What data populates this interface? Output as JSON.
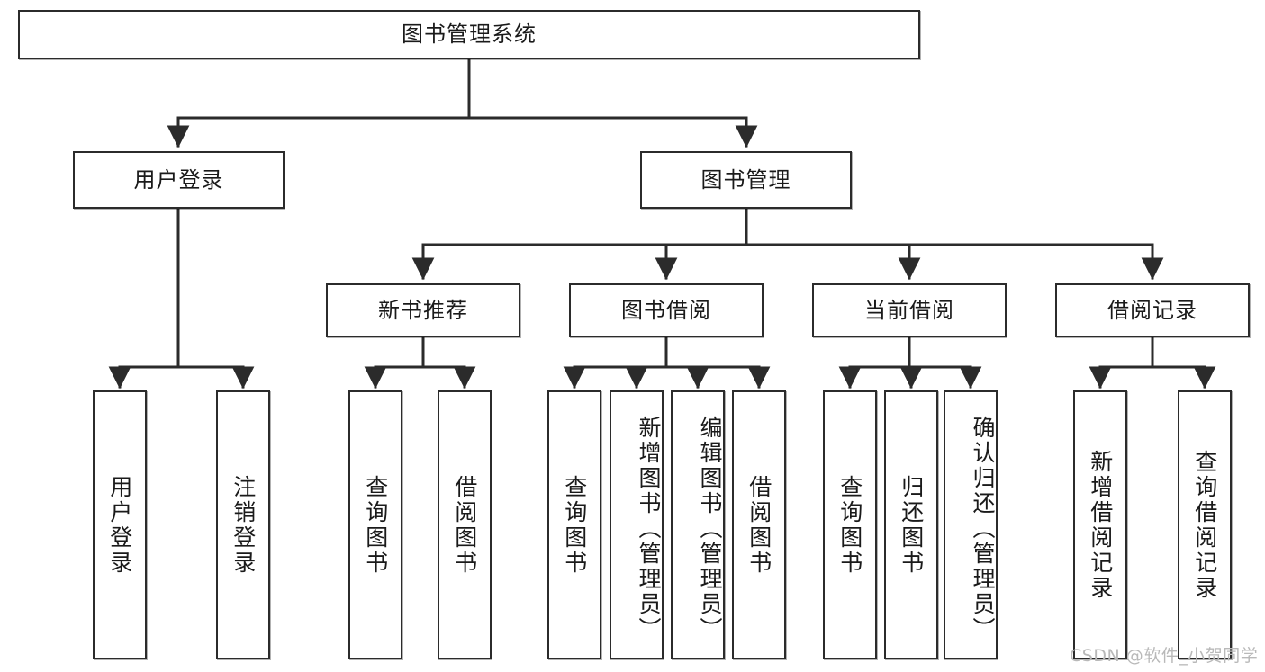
{
  "diagram": {
    "title": "图书管理系统",
    "watermark": "CSDN @软件_小贺同学",
    "edge_color": "#2b2b2b",
    "box_border_color": "#2b2b2b",
    "box_fill_color": "#ffffff",
    "text_color": "#1a1a1a",
    "watermark_color": "#b9b9b9"
  },
  "nodes": {
    "root": {
      "label": "图书管理系统"
    },
    "level2": [
      {
        "id": "user-login",
        "label": "用户登录"
      },
      {
        "id": "book-management",
        "label": "图书管理"
      }
    ],
    "level3": [
      {
        "id": "new-book-recommend",
        "label": "新书推荐"
      },
      {
        "id": "book-borrow",
        "label": "图书借阅"
      },
      {
        "id": "current-borrow",
        "label": "当前借阅"
      },
      {
        "id": "borrow-record",
        "label": "借阅记录"
      }
    ],
    "leaves": {
      "user_login": [
        {
          "id": "leaf-user-login",
          "label": "用户登录"
        },
        {
          "id": "leaf-logout-login",
          "label": "注销登录"
        }
      ],
      "new_book_recommend": [
        {
          "id": "leaf-query-book-1",
          "label": "查询图书"
        },
        {
          "id": "leaf-borrow-book-1",
          "label": "借阅图书"
        }
      ],
      "book_borrow": [
        {
          "id": "leaf-query-book-2",
          "label": "查询图书"
        },
        {
          "id": "leaf-add-book",
          "label": "新增图书（管理员）"
        },
        {
          "id": "leaf-edit-book",
          "label": "编辑图书（管理员）"
        },
        {
          "id": "leaf-borrow-book-2",
          "label": "借阅图书"
        }
      ],
      "current_borrow": [
        {
          "id": "leaf-query-book-3",
          "label": "查询图书"
        },
        {
          "id": "leaf-return-book",
          "label": "归还图书"
        },
        {
          "id": "leaf-confirm-return",
          "label": "确认归还（管理员）"
        }
      ],
      "borrow_record": [
        {
          "id": "leaf-add-record",
          "label": "新增借阅记录"
        },
        {
          "id": "leaf-query-record",
          "label": "查询借阅记录"
        }
      ]
    }
  },
  "chart_data": {
    "type": "diagram",
    "diagram_kind": "tree-hierarchy",
    "title": "图书管理系统",
    "orientation": "top-down",
    "levels": 4,
    "tree": {
      "label": "图书管理系统",
      "children": [
        {
          "label": "用户登录",
          "children": [
            {
              "label": "用户登录",
              "children": []
            },
            {
              "label": "注销登录",
              "children": []
            }
          ]
        },
        {
          "label": "图书管理",
          "children": [
            {
              "label": "新书推荐",
              "children": [
                {
                  "label": "查询图书",
                  "children": []
                },
                {
                  "label": "借阅图书",
                  "children": []
                }
              ]
            },
            {
              "label": "图书借阅",
              "children": [
                {
                  "label": "查询图书",
                  "children": []
                },
                {
                  "label": "新增图书（管理员）",
                  "children": []
                },
                {
                  "label": "编辑图书（管理员）",
                  "children": []
                },
                {
                  "label": "借阅图书",
                  "children": []
                }
              ]
            },
            {
              "label": "当前借阅",
              "children": [
                {
                  "label": "查询图书",
                  "children": []
                },
                {
                  "label": "归还图书",
                  "children": []
                },
                {
                  "label": "确认归还（管理员）",
                  "children": []
                }
              ]
            },
            {
              "label": "借阅记录",
              "children": [
                {
                  "label": "新增借阅记录",
                  "children": []
                },
                {
                  "label": "查询借阅记录",
                  "children": []
                }
              ]
            }
          ]
        }
      ]
    }
  }
}
